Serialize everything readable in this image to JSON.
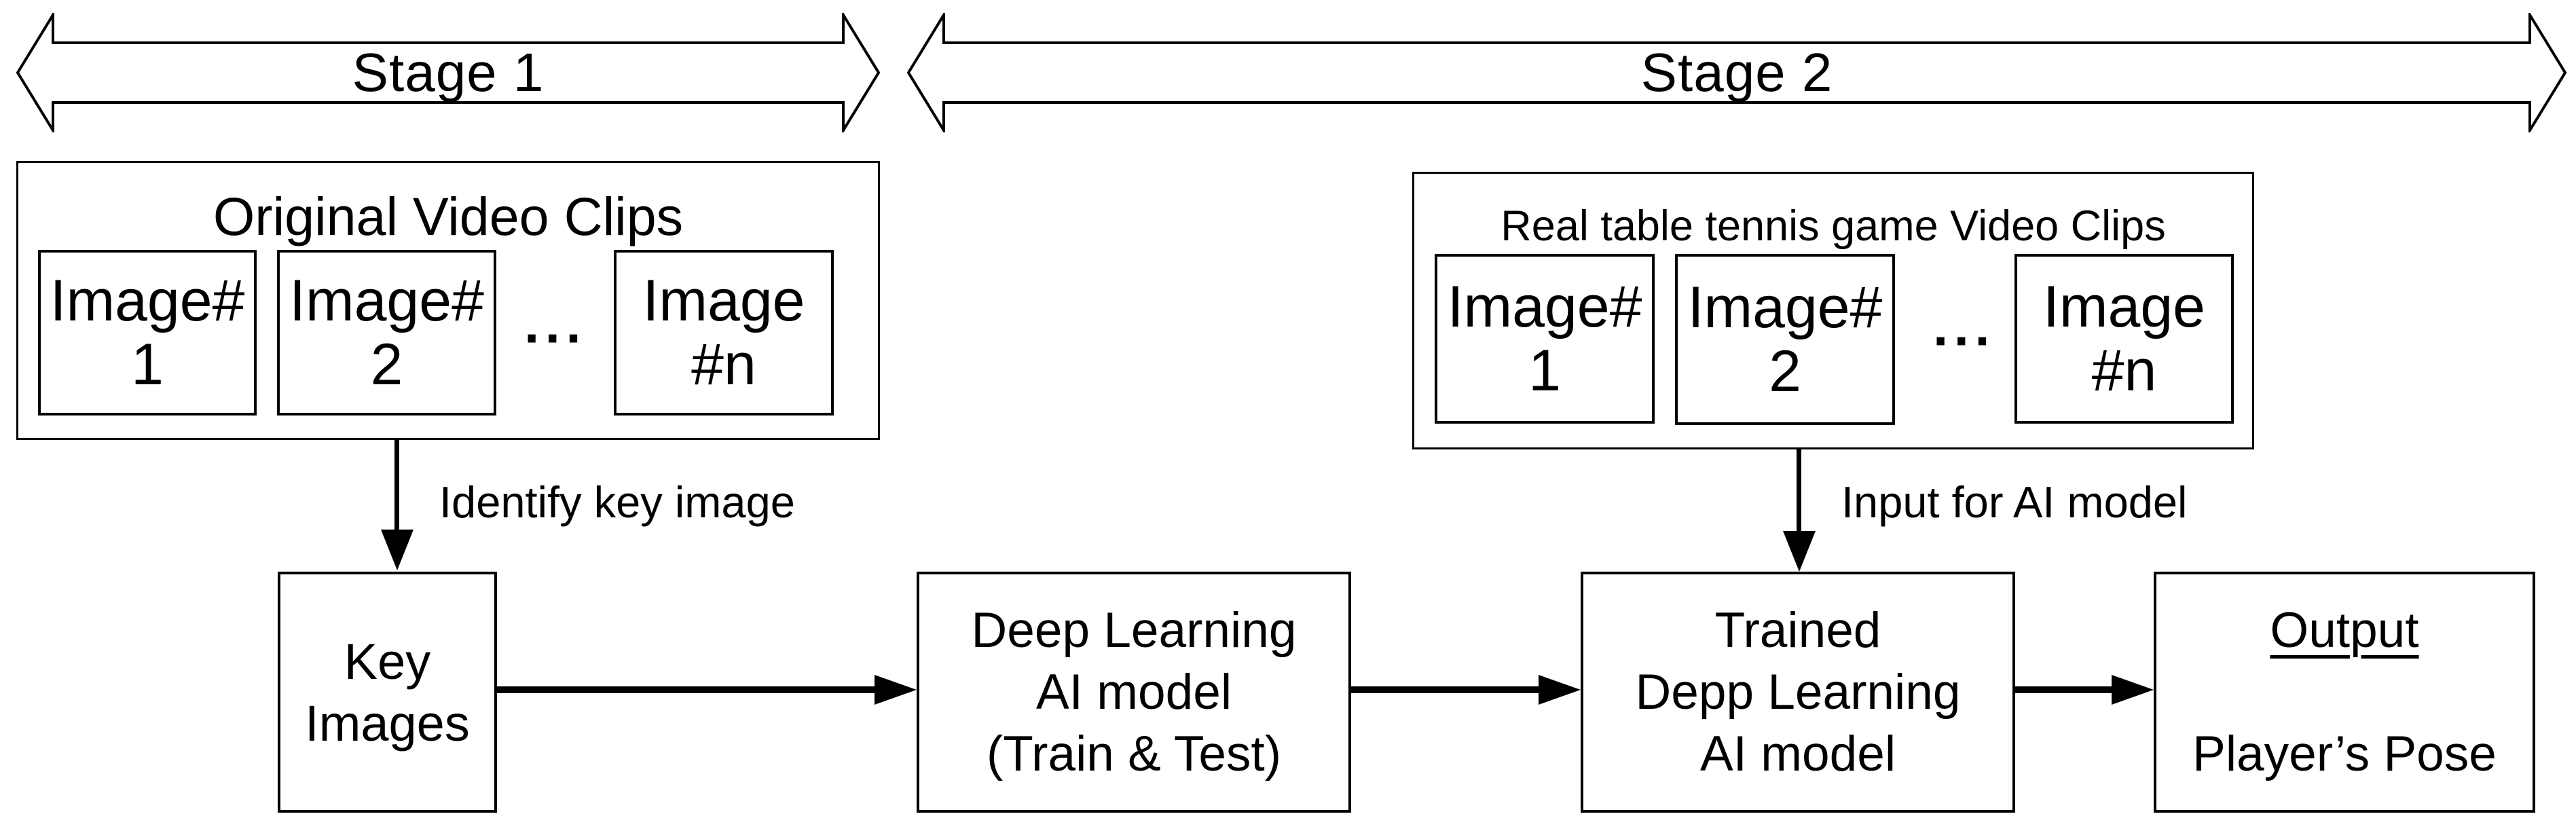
{
  "figure": {
    "stage1_label": "Stage 1",
    "stage2_label": "Stage 2"
  },
  "stage1": {
    "clips_container": {
      "title": "Original Video Clips",
      "frames": [
        {
          "line1": "Image#",
          "line2": "1"
        },
        {
          "line1": "Image#",
          "line2": "2"
        },
        {
          "line1": "Image",
          "line2": "#n"
        }
      ],
      "ellipsis": "···"
    },
    "identify_arrow_label": "Identify key image",
    "key_images_box": {
      "line1": "Key",
      "line2": "Images"
    }
  },
  "stage2": {
    "clips_container": {
      "title": "Real table tennis game Video Clips",
      "frames": [
        {
          "line1": "Image#",
          "line2": "1"
        },
        {
          "line1": "Image#",
          "line2": "2"
        },
        {
          "line1": "Image",
          "line2": "#n"
        }
      ],
      "ellipsis": "···"
    },
    "input_arrow_label": "Input for AI model",
    "trained_box": {
      "line1": "Trained",
      "line2": "Depp Learning",
      "line3": "AI model"
    }
  },
  "pipeline": {
    "deep_learning_box": {
      "line1": "Deep Learning",
      "line2": "AI model",
      "line3": "(Train & Test)"
    },
    "output_box": {
      "heading": "Output",
      "result": "Player’s Pose"
    }
  },
  "colors": {
    "ink": "#000000",
    "background": "#ffffff"
  }
}
